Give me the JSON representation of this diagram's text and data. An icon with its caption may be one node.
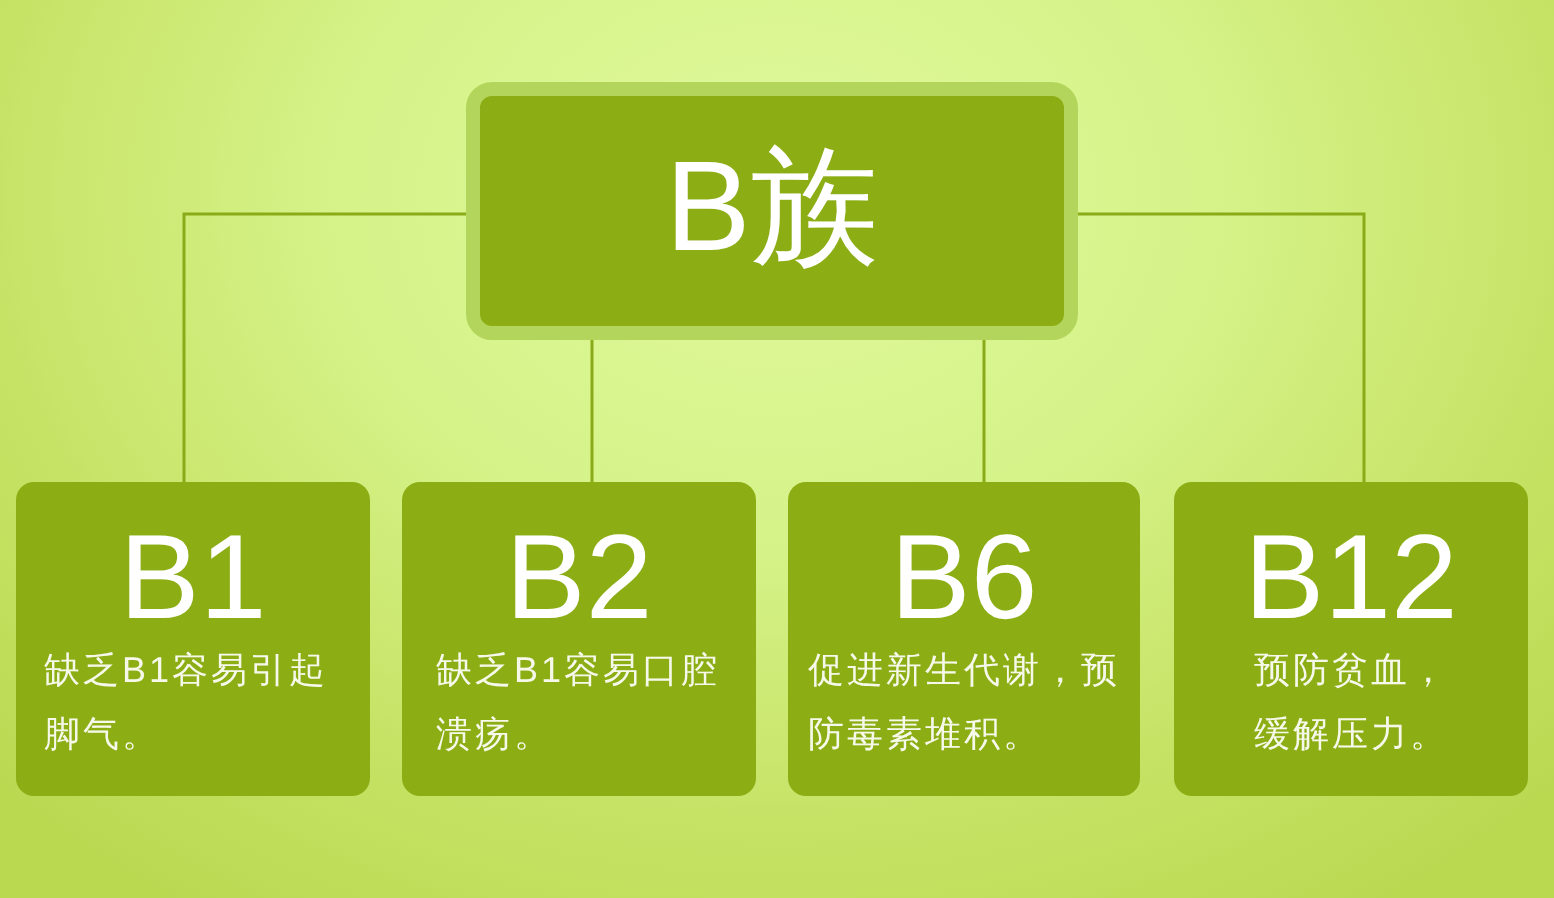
{
  "diagram": {
    "nodes": [
      {
        "text": [
          "B族"
        ]
      },
      {
        "text": [
          "B1",
          "缺乏B1容易引起脚气。"
        ]
      },
      {
        "text": [
          "B2",
          "缺乏B1容易口腔溃疡。"
        ]
      },
      {
        "text": [
          "B6",
          "促进新生代谢，预防毒素堆积。"
        ]
      },
      {
        "text": [
          "B12",
          "预防贫血，缓解压力。"
        ]
      }
    ],
    "edges": [
      {
        "from": 0,
        "to": 1,
        "arrow": "none"
      },
      {
        "from": 0,
        "to": 2,
        "arrow": "none"
      },
      {
        "from": 0,
        "to": 3,
        "arrow": "none"
      },
      {
        "from": 0,
        "to": 4,
        "arrow": "none"
      }
    ]
  }
}
